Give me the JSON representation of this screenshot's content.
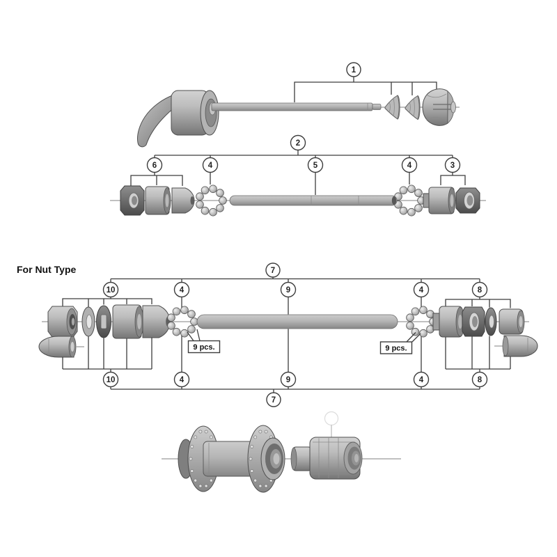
{
  "quick_release": {
    "callout": "1"
  },
  "qr_axle_assembly": {
    "callout_group": "2",
    "callout_locknut_group": "6",
    "callout_ball_retainer_left": "4",
    "callout_axle": "5",
    "callout_ball_retainer_right": "4",
    "callout_cone_group": "3"
  },
  "nut_type": {
    "title": "For Nut Type",
    "callout_group": "7",
    "callout_left_group": "10",
    "callout_ball_retainer_left": "4",
    "callout_axle": "9",
    "callout_ball_retainer_right": "4",
    "callout_right_group": "8",
    "note_ball_count_left": "9 pcs.",
    "note_ball_count_right": "9 pcs."
  },
  "colors": {
    "background": "#ffffff",
    "callout_line": "#3c3c3c",
    "axis_line": "#ababab",
    "text": "#1a1a1a"
  }
}
